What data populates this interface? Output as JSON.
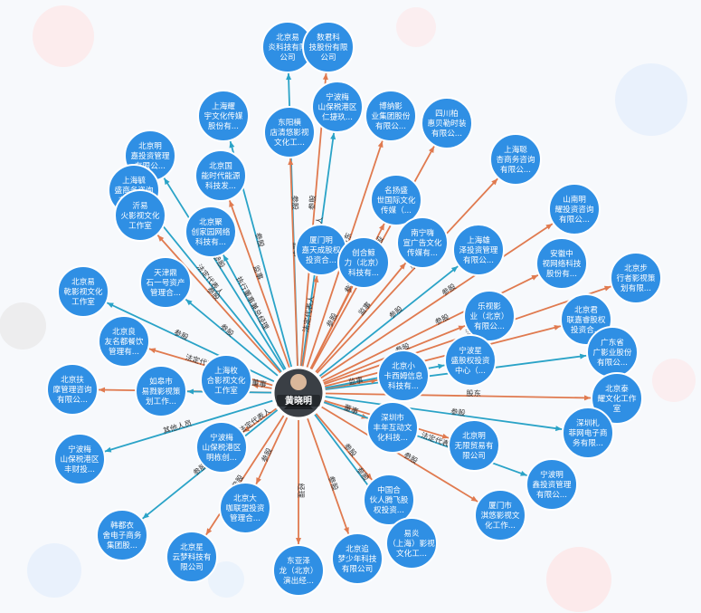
{
  "colors": {
    "node": "#2f8fe4",
    "edge_investment": "#e07a4f",
    "edge_legal_rep": "#2aa3c7",
    "center_bg": "#3a3f45"
  },
  "center": {
    "name": "黄晓明",
    "icon": "person-photo-avatar"
  },
  "nodes": [
    {
      "id": "n1",
      "lines": [
        "北京易",
        "炎科技有限",
        "公司"
      ]
    },
    {
      "id": "n2",
      "lines": [
        "数君科",
        "技股份有限",
        "公司"
      ]
    },
    {
      "id": "n3",
      "lines": [
        "宁波梅",
        "山保税港区",
        "仁捷玖..."
      ]
    },
    {
      "id": "n4",
      "lines": [
        "东阳横",
        "店清悠影视",
        "文化工..."
      ]
    },
    {
      "id": "n5",
      "lines": [
        "博纳影",
        "业集团股份",
        "有限公..."
      ]
    },
    {
      "id": "n6",
      "lines": [
        "四川柏",
        "惠贝勒时装",
        "有限公..."
      ]
    },
    {
      "id": "n7",
      "lines": [
        "上海耀",
        "宇文化传媒",
        "股份有..."
      ]
    },
    {
      "id": "n8",
      "lines": [
        "北京明",
        "嘉投资管理",
        "有限公..."
      ]
    },
    {
      "id": "n9",
      "lines": [
        "北京国",
        "能时代能源",
        "科技发..."
      ]
    },
    {
      "id": "n10",
      "lines": [
        "上海聪",
        "杏商务咨询",
        "有限公..."
      ]
    },
    {
      "id": "n11",
      "lines": [
        "上海毓",
        "盛商务咨询",
        "有限公..."
      ]
    },
    {
      "id": "n12",
      "lines": [
        "名扬盛",
        "世国际文化",
        "传媒（..."
      ]
    },
    {
      "id": "n13",
      "lines": [
        "山南明",
        "耀投资咨询",
        "有限公..."
      ]
    },
    {
      "id": "n14",
      "lines": [
        "沂易",
        "火影视文化",
        "工作室"
      ]
    },
    {
      "id": "n15",
      "lines": [
        "北京聚",
        "创家园网络",
        "科技有..."
      ]
    },
    {
      "id": "n16",
      "lines": [
        "厦门明",
        "嘉天成股权",
        "投资合..."
      ]
    },
    {
      "id": "n17",
      "lines": [
        "创合鲸",
        "力（北京）",
        "科技有..."
      ]
    },
    {
      "id": "n18",
      "lines": [
        "南宁嗨",
        "宣广告文化",
        "传媒有..."
      ]
    },
    {
      "id": "n19",
      "lines": [
        "上海雄",
        "泽投资管理",
        "有限公..."
      ]
    },
    {
      "id": "n20",
      "lines": [
        "安徽中",
        "视网络科技",
        "股份有..."
      ]
    },
    {
      "id": "n21",
      "lines": [
        "北京步",
        "行者影视策",
        "划有限..."
      ]
    },
    {
      "id": "n22",
      "lines": [
        "北京易",
        "乾影视文化",
        "工作室"
      ]
    },
    {
      "id": "n23",
      "lines": [
        "天津鼎",
        "石一号资产",
        "管理合..."
      ]
    },
    {
      "id": "n24",
      "lines": [
        "乐视影",
        "业（北京）",
        "有限公..."
      ]
    },
    {
      "id": "n25",
      "lines": [
        "北京君",
        "联嘉睿股权",
        "投资合..."
      ]
    },
    {
      "id": "n26",
      "lines": [
        "北京良",
        "友名都餐饮",
        "管理有..."
      ]
    },
    {
      "id": "n27",
      "lines": [
        "广东省",
        "广影业股份",
        "有限公..."
      ]
    },
    {
      "id": "n28",
      "lines": [
        "北京小",
        "卡西姆信息",
        "科技有..."
      ]
    },
    {
      "id": "n29",
      "lines": [
        "宁波星",
        "盛股权投资",
        "中心（..."
      ]
    },
    {
      "id": "n30",
      "lines": [
        "北京扶",
        "摩管理咨询",
        "有限公..."
      ]
    },
    {
      "id": "n31",
      "lines": [
        "如皋市",
        "易戮影视策",
        "划工作..."
      ]
    },
    {
      "id": "n32",
      "lines": [
        "上海枚",
        "合影视文化",
        "工作室"
      ]
    },
    {
      "id": "n33",
      "lines": [
        "北京泰",
        "耀文化工作",
        "室"
      ]
    },
    {
      "id": "n34",
      "lines": [
        "深圳市",
        "丰年互动文",
        "化科技..."
      ]
    },
    {
      "id": "n35",
      "lines": [
        "深圳札",
        "菲网电子商",
        "务有限..."
      ]
    },
    {
      "id": "n36",
      "lines": [
        "宁波梅",
        "山保税港区",
        "丰财投..."
      ]
    },
    {
      "id": "n37",
      "lines": [
        "宁波梅",
        "山保税港区",
        "明栋创..."
      ]
    },
    {
      "id": "n38",
      "lines": [
        "北京明",
        "无限贸易有",
        "限公司"
      ]
    },
    {
      "id": "n39",
      "lines": [
        "宁波明",
        "鑫投资管理",
        "有限公..."
      ]
    },
    {
      "id": "n40",
      "lines": [
        "北京大",
        "咖联盟投资",
        "管理合..."
      ]
    },
    {
      "id": "n41",
      "lines": [
        "中国合",
        "伙人腾飞股",
        "权投资..."
      ]
    },
    {
      "id": "n42",
      "lines": [
        "厦门市",
        "淇悠影视文",
        "化工作..."
      ]
    },
    {
      "id": "n43",
      "lines": [
        "韩都衣",
        "舍电子商务",
        "集团股..."
      ]
    },
    {
      "id": "n44",
      "lines": [
        "北京星",
        "云梦科技有",
        "限公司"
      ]
    },
    {
      "id": "n45",
      "lines": [
        "东亚泽",
        "龙（北京）",
        "演出经..."
      ]
    },
    {
      "id": "n46",
      "lines": [
        "北京追",
        "梦少年科技",
        "有限公司"
      ]
    },
    {
      "id": "n47",
      "lines": [
        "易炎",
        "（上海）影视",
        "文化工..."
      ]
    }
  ],
  "edge_labels": [
    "参股",
    "参股",
    "法定代表人",
    "监事",
    "股东",
    "参股",
    "参股",
    "参股",
    "监事",
    "参股",
    "法定代表人",
    "参股",
    "参股",
    "参股",
    "执行董事兼总经理",
    "法定代表人",
    "参股",
    "监事",
    "参股",
    "参股",
    "法定代表人",
    "参股",
    "参股",
    "参股",
    "董事",
    "法定代表人",
    "参股",
    "监事",
    "参股",
    "参股",
    "参股",
    "董事",
    "股东",
    "董事",
    "参股",
    "其他人员",
    "法定代表人",
    "监事",
    "法定代表人",
    "参股",
    "参股",
    "参股",
    "参股",
    "参股",
    "经理",
    "参股",
    "参股"
  ]
}
